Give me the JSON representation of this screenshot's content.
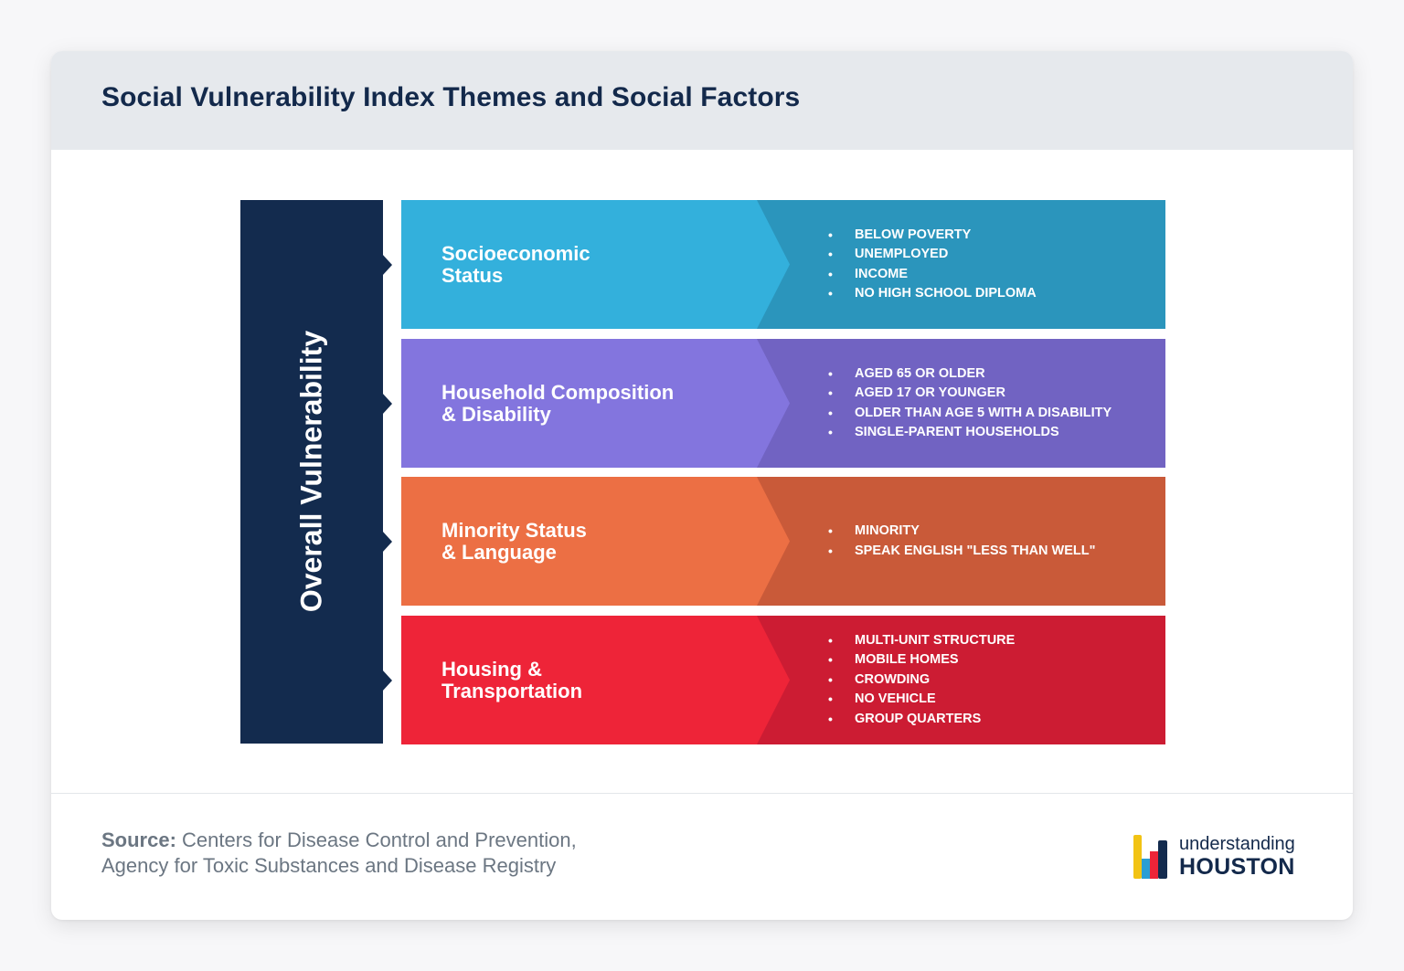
{
  "title": "Social Vulnerability Index Themes and Social Factors",
  "overall_label": "Overall Vulnerability",
  "bullet": "•",
  "themes": [
    {
      "name": "Socioeconomic Status",
      "lines": [
        "Socioeconomic",
        "Status"
      ],
      "color_left": "#33b0dc",
      "color_right": "#2b95bc",
      "factors": [
        "BELOW POVERTY",
        "UNEMPLOYED",
        "INCOME",
        "NO HIGH SCHOOL DIPLOMA"
      ]
    },
    {
      "name": "Household Composition & Disability",
      "lines": [
        "Household Composition",
        "& Disability"
      ],
      "color_left": "#8375de",
      "color_right": "#7163c2",
      "factors": [
        "AGED 65 OR OLDER",
        "AGED 17 OR YOUNGER",
        "OLDER THAN AGE 5 WITH A DISABILITY",
        "SINGLE-PARENT HOUSEHOLDS"
      ]
    },
    {
      "name": "Minority Status & Language",
      "lines": [
        "Minority Status",
        "& Language"
      ],
      "color_left": "#ec6f44",
      "color_right": "#c95a39",
      "factors": [
        "MINORITY",
        "SPEAK ENGLISH \"LESS THAN WELL\""
      ]
    },
    {
      "name": "Housing & Transportation",
      "lines": [
        "Housing &",
        "Transportation"
      ],
      "color_left": "#ee2438",
      "color_right": "#cc1c33",
      "factors": [
        "MULTI-UNIT STRUCTURE",
        "MOBILE HOMES",
        "CROWDING",
        "NO VEHICLE",
        "GROUP QUARTERS"
      ]
    }
  ],
  "source": {
    "label": "Source:",
    "line1": "Centers for Disease Control and Prevention,",
    "line2": "Agency for Toxic Substances and Disease Registry"
  },
  "logo": {
    "word1": "understanding",
    "word2": "HOUSTON",
    "bar_colors": [
      "#f2c314",
      "#2a9ed4",
      "#ee2438",
      "#132b4e"
    ]
  },
  "colors": {
    "title": "#13294b",
    "overall": "#132b4e",
    "header_bg": "#e6e9ed"
  }
}
